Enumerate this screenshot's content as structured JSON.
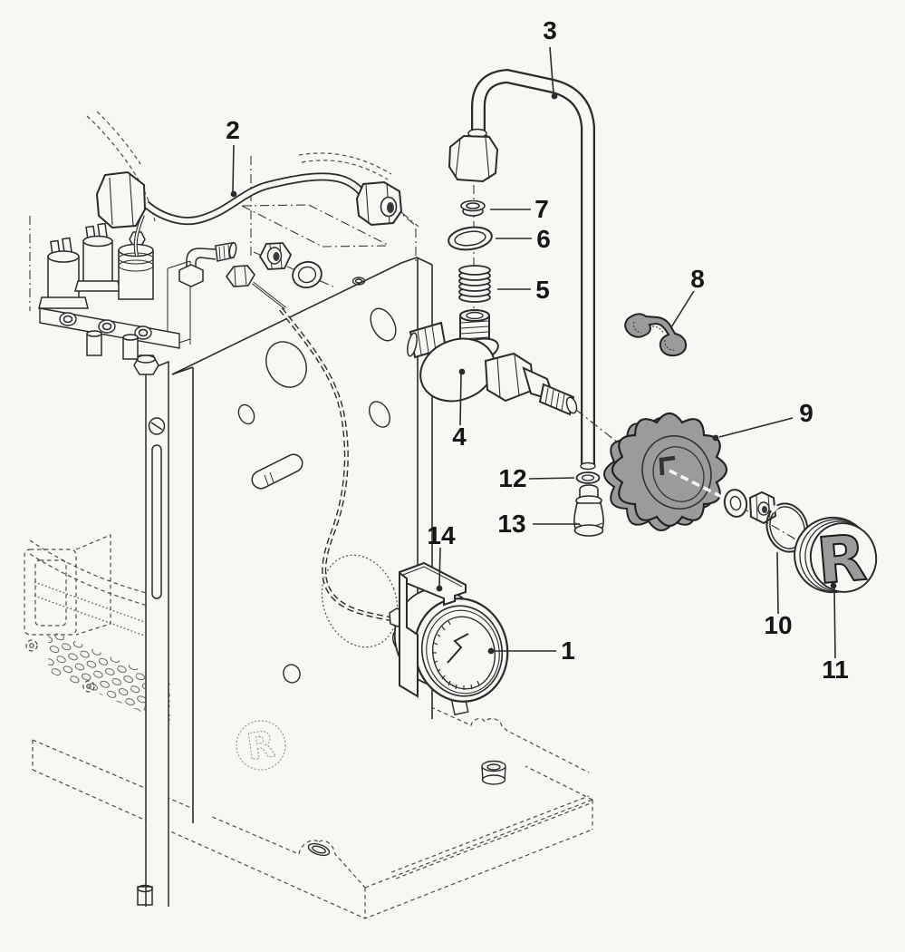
{
  "diagram": {
    "type": "exploded-parts-technical-drawing",
    "subject": "espresso-machine pressure gauge and valve assembly",
    "background_color": "#f8f7f4",
    "line_color": "#2b2b2b",
    "part_fill_gray": "#9b9b9b",
    "cap_logo": "R",
    "panel_emblem": "R",
    "callouts": [
      {
        "part": "1"
      },
      {
        "part": "2"
      },
      {
        "part": "3"
      },
      {
        "part": "4"
      },
      {
        "part": "5"
      },
      {
        "part": "6"
      },
      {
        "part": "7"
      },
      {
        "part": "8"
      },
      {
        "part": "9"
      },
      {
        "part": "10"
      },
      {
        "part": "11"
      },
      {
        "part": "12"
      },
      {
        "part": "13"
      },
      {
        "part": "14"
      }
    ]
  }
}
